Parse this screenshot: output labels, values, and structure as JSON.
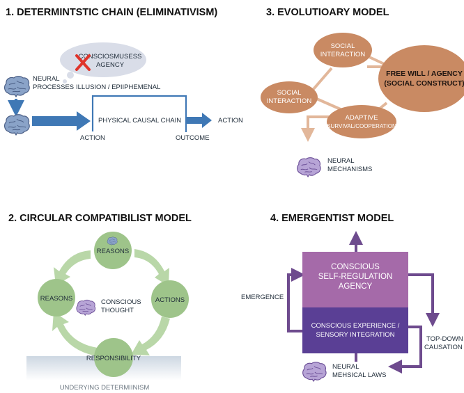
{
  "panels": {
    "p1": {
      "title": "1. DETERMINTSTIC CHAIN (ELIMINATIVISM)",
      "bubble_line1": "CONSCIOSMUSESS",
      "bubble_line2": "AGENCY",
      "neural_line1": "NEURAL",
      "neural_line2": "PROCESSES",
      "illusion": "ILLUSION / EPIIPHEMENAL",
      "chain": "PHYSICAL CAUSAL CHAIN",
      "action_left": "ACTION",
      "outcome": "OUTCOME",
      "action_right": "ACTION",
      "colors": {
        "arrow": "#3f78b5",
        "cross": "#e0342b",
        "bubble": "#d9dde8"
      }
    },
    "p2": {
      "title": "2. CIRCULAR COMPATIBILIST MODEL",
      "node_top": "REASONS",
      "node_left": "REASONS",
      "node_right": "ACTIONS",
      "node_bottom": "RESPONSIBILITY",
      "center_line1": "CONSCIOUS",
      "center_line2": "THOUGHT",
      "base": "UNDERYING DETERMIINISM",
      "colors": {
        "node": "#9ec48a",
        "ring": "#b9d7a8",
        "base": "#d5dfe8"
      }
    },
    "p3": {
      "title": "3. EVOLUTIOARY MODEL",
      "social_top_1": "SOCIAL",
      "social_top_2": "INTERACTION",
      "social_left_1": "SOCIAL",
      "social_left_2": "INTERACTION",
      "big_1": "FREE WILL / AGENCY",
      "big_2": "(SOCIAL CONSTRUCT)",
      "adaptive_1": "ADAPTIVE",
      "adaptive_2": "(SURVIVAL/COOPERATION)",
      "neural_1": "NEURAL",
      "neural_2": "MECHANISMS",
      "colors": {
        "node": "#c98a63",
        "line": "#e2b79a"
      }
    },
    "p4": {
      "title": "4. EMERGENTIST MODEL",
      "top_1": "CONSCIOUS",
      "top_2": "SELF-REGULATION",
      "top_3": "AGENCY",
      "bottom_1": "CONSCIOUS EXPERIENCE /",
      "bottom_2": "SENSORY INTEGRATION",
      "emergence": "EMERGENCE",
      "topdown_1": "TOP-DOWN",
      "topdown_2": "CAUSATION",
      "neural_1": "NEURAL",
      "neural_2": "MEHSICAL LAWS",
      "colors": {
        "top_box": "#a56aa9",
        "bottom_box": "#5a3f95",
        "arrow": "#6e4b8e"
      }
    }
  }
}
